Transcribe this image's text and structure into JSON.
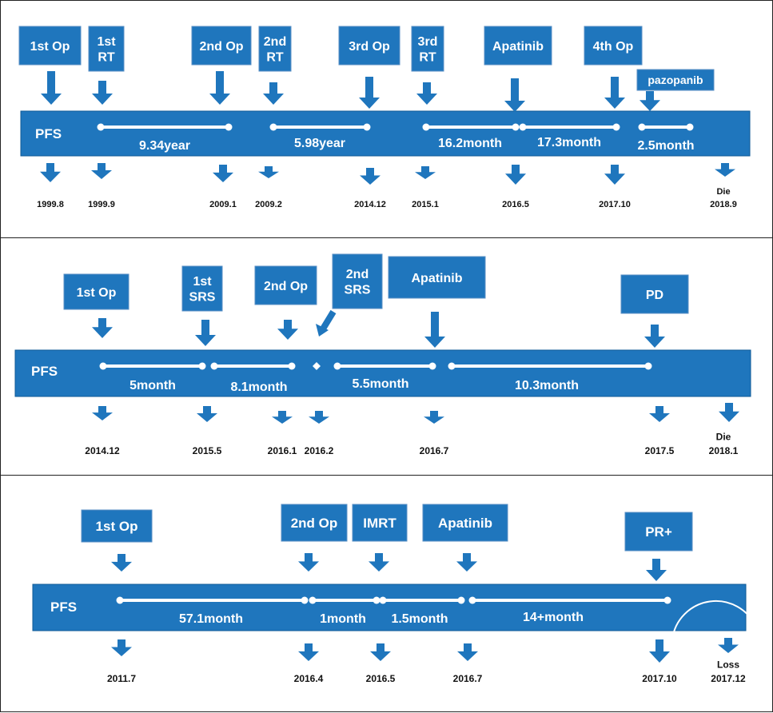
{
  "panels": [
    {
      "bar_label": "PFS",
      "events": [
        {
          "label": [
            "1st Op"
          ],
          "date": [
            "1999.8"
          ]
        },
        {
          "label": [
            "1st",
            "RT"
          ],
          "date": [
            "1999.9"
          ]
        },
        {
          "label": [
            "2nd Op"
          ],
          "date": [
            "2009.1"
          ]
        },
        {
          "label": [
            "2nd",
            "RT"
          ],
          "date": [
            "2009.2"
          ]
        },
        {
          "label": [
            "3rd Op"
          ],
          "date": [
            "2014.12"
          ]
        },
        {
          "label": [
            "3rd",
            "RT"
          ],
          "date": [
            "2015.1"
          ]
        },
        {
          "label": [
            "Apatinib"
          ],
          "date": [
            "2016.5"
          ]
        },
        {
          "label": [
            "4th Op"
          ],
          "date": [
            "2017.10"
          ]
        },
        {
          "label": [
            "pazopanib"
          ],
          "date": []
        },
        {
          "label": [],
          "date": [
            "Die",
            "2018.9"
          ]
        }
      ],
      "intervals": [
        {
          "label": "9.34year"
        },
        {
          "label": "5.98year"
        },
        {
          "label": "16.2month"
        },
        {
          "label": "17.3month"
        },
        {
          "label": "2.5month"
        }
      ]
    },
    {
      "bar_label": "PFS",
      "events": [
        {
          "label": [
            "1st Op"
          ],
          "date": [
            "2014.12"
          ]
        },
        {
          "label": [
            "1st",
            "SRS"
          ],
          "date": [
            "2015.5"
          ]
        },
        {
          "label": [
            "2nd Op"
          ],
          "date": [
            "2016.1"
          ]
        },
        {
          "label": [
            "2nd",
            "SRS"
          ],
          "date": [
            "2016.2"
          ]
        },
        {
          "label": [
            "Apatinib"
          ],
          "date": [
            "2016.7"
          ]
        },
        {
          "label": [
            "PD"
          ],
          "date": [
            "2017.5"
          ]
        },
        {
          "label": [],
          "date": [
            "Die",
            "2018.1"
          ]
        }
      ],
      "intervals": [
        {
          "label": "5month"
        },
        {
          "label": "8.1month"
        },
        {
          "label": ""
        },
        {
          "label": "5.5month"
        },
        {
          "label": "10.3month"
        }
      ]
    },
    {
      "bar_label": "PFS",
      "events": [
        {
          "label": [
            "1st Op"
          ],
          "date": [
            "2011.7"
          ]
        },
        {
          "label": [
            "2nd Op"
          ],
          "date": [
            "2016.4"
          ]
        },
        {
          "label": [
            "IMRT"
          ],
          "date": [
            "2016.5"
          ]
        },
        {
          "label": [
            "Apatinib"
          ],
          "date": [
            "2016.7"
          ]
        },
        {
          "label": [
            "PR+"
          ],
          "date": [
            "2017.10"
          ]
        },
        {
          "label": [],
          "date": [
            "Loss",
            "2017.12"
          ]
        }
      ],
      "intervals": [
        {
          "label": "57.1month"
        },
        {
          "label": "1month"
        },
        {
          "label": "1.5month"
        },
        {
          "label": "14+month"
        }
      ]
    }
  ],
  "colors": {
    "box": "#1f76bd",
    "bar": "#1f76bd",
    "text_dark": "#111111",
    "text_light": "#ffffff"
  }
}
